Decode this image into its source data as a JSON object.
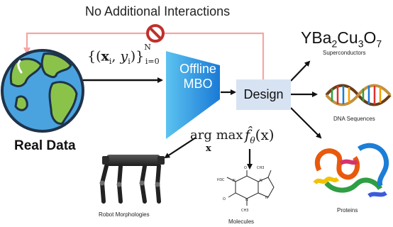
{
  "diagram": {
    "top_label": "No Additional Interactions",
    "dataset_notation": {
      "open": "{(",
      "x": "x",
      "i1": "i",
      "sep": ", ",
      "y": "y",
      "i2": "i",
      "close": ")}",
      "sup": "N",
      "sub": "i=0"
    },
    "real_data_label": "Real Data",
    "offline_mbo_label_line1": "Offline",
    "offline_mbo_label_line2": "MBO",
    "design_label": "Design",
    "objective": {
      "argmax": "arg max",
      "argmax_sub": "x",
      "f_hat": "f̂",
      "theta": "θ",
      "arg": "(x)"
    },
    "superconductor": {
      "formula_parts": [
        "YBa",
        "2",
        "Cu",
        "3",
        "O",
        "7"
      ],
      "caption": "Superconductors"
    },
    "dna_caption": "DNA Sequences",
    "proteins_caption": "Proteins",
    "molecules_caption": "Molecules",
    "robot_caption": "Robot Morphologies",
    "molecule_atom_labels": [
      "CH3",
      "H3C",
      "CH3",
      "O",
      "O",
      "N",
      "N",
      "N",
      "N"
    ]
  },
  "colors": {
    "feedback_line": "#f4a6a4",
    "no_sign": "#c0312b",
    "mbo_gradient_start": "#5cc3f0",
    "mbo_gradient_end": "#1a7ad6",
    "design_box": "#d7e3f2",
    "arrow": "#111111"
  },
  "icons": [
    "globe-icon",
    "no-sign-icon",
    "dna-helix-icon",
    "protein-ribbon-icon",
    "molecule-structure-icon",
    "robot-quadruped-icon"
  ]
}
